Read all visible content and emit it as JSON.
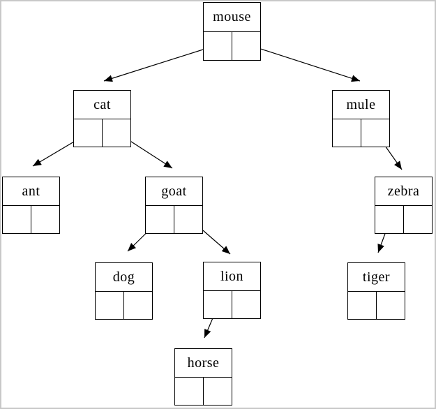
{
  "page": {
    "background_color": "#ffffff",
    "frame_border_color": "#c8c8c8",
    "line_color": "#000000"
  },
  "diagram": {
    "type": "binary-tree",
    "nodes": [
      {
        "label": "mouse"
      },
      {
        "label": "cat"
      },
      {
        "label": "mule"
      },
      {
        "label": "ant"
      },
      {
        "label": "goat"
      },
      {
        "label": "zebra"
      },
      {
        "label": "dog"
      },
      {
        "label": "lion"
      },
      {
        "label": "tiger"
      },
      {
        "label": "horse"
      }
    ],
    "edges": [
      {
        "from": "mouse",
        "pointer": "left",
        "to": "cat"
      },
      {
        "from": "mouse",
        "pointer": "right",
        "to": "mule"
      },
      {
        "from": "cat",
        "pointer": "left",
        "to": "ant"
      },
      {
        "from": "cat",
        "pointer": "right",
        "to": "goat"
      },
      {
        "from": "mule",
        "pointer": "right",
        "to": "zebra"
      },
      {
        "from": "goat",
        "pointer": "left",
        "to": "dog"
      },
      {
        "from": "goat",
        "pointer": "right",
        "to": "lion"
      },
      {
        "from": "zebra",
        "pointer": "left",
        "to": "tiger"
      },
      {
        "from": "lion",
        "pointer": "left",
        "to": "horse"
      }
    ]
  }
}
